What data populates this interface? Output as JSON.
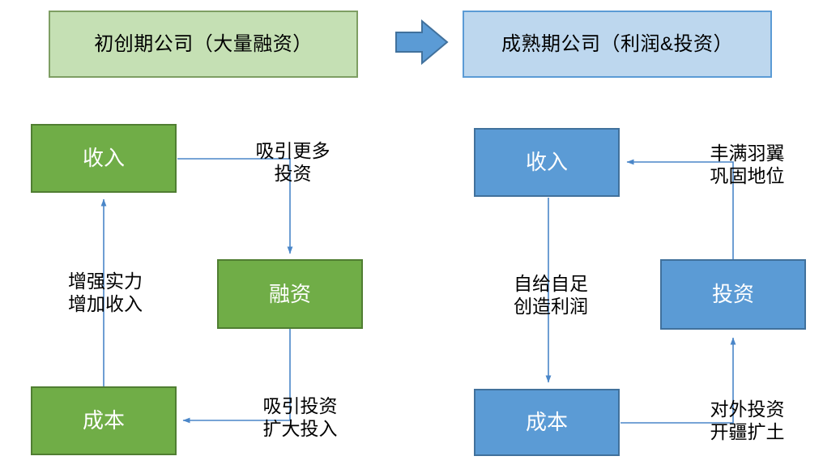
{
  "diagram": {
    "title_left": "初创期公司（大量融资）",
    "title_right": "成熟期公司（利润&投资）",
    "transition_icon": "right-block-arrow-icon",
    "colors": {
      "green_fill": "#70AD47",
      "green_border": "#507E32",
      "green_header_fill": "#C5E0B4",
      "green_header_border": "#7E9E63",
      "blue_fill": "#5B9BD5",
      "blue_border": "#41719C",
      "blue_header_fill": "#BDD7EE",
      "blue_header_border": "#5B9BD5",
      "connector": "#4A86C8",
      "node_text": "#FFFFFF",
      "caption_text": "#000000",
      "background": "#FFFFFF"
    }
  },
  "left_cycle": {
    "phase": "初创期公司（大量融资）",
    "nodes": {
      "revenue": "收入",
      "financing": "融资",
      "cost": "成本"
    },
    "edges": {
      "revenue_to_financing": "吸引更多\n投资",
      "financing_to_cost": "吸引投资\n扩大投入",
      "cost_to_revenue": "增强实力\n增加收入"
    }
  },
  "right_cycle": {
    "phase": "成熟期公司（利润&投资）",
    "nodes": {
      "revenue": "收入",
      "investment": "投资",
      "cost": "成本"
    },
    "edges": {
      "investment_to_revenue": "丰满羽翼\n巩固地位",
      "cost_to_investment": "对外投资\n开疆扩土",
      "revenue_to_cost": "自给自足\n创造利润"
    }
  }
}
